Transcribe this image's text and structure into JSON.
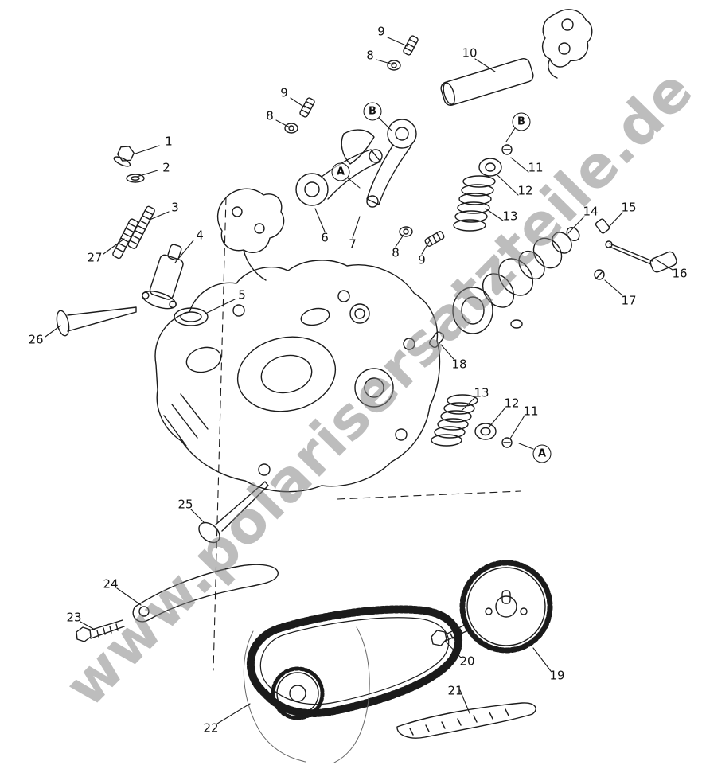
{
  "diagram": {
    "watermark": "www.polarisersatzteile.de",
    "colors": {
      "line": "#1b1b1b",
      "watermark_gray": "#808080",
      "background": "#ffffff"
    },
    "callouts": [
      {
        "id": "9-top",
        "label": "9"
      },
      {
        "id": "8-top",
        "label": "8"
      },
      {
        "id": "10",
        "label": "10"
      },
      {
        "id": "9-mid",
        "label": "9"
      },
      {
        "id": "8-mid",
        "label": "8"
      },
      {
        "id": "1",
        "label": "1"
      },
      {
        "id": "2",
        "label": "2"
      },
      {
        "id": "11-upper",
        "label": "11"
      },
      {
        "id": "12-upper",
        "label": "12"
      },
      {
        "id": "3",
        "label": "3"
      },
      {
        "id": "13-upper",
        "label": "13"
      },
      {
        "id": "4",
        "label": "4"
      },
      {
        "id": "27",
        "label": "27"
      },
      {
        "id": "14",
        "label": "14"
      },
      {
        "id": "15",
        "label": "15"
      },
      {
        "id": "6",
        "label": "6"
      },
      {
        "id": "7",
        "label": "7"
      },
      {
        "id": "8-lower",
        "label": "8"
      },
      {
        "id": "9-lower",
        "label": "9"
      },
      {
        "id": "16",
        "label": "16"
      },
      {
        "id": "17",
        "label": "17"
      },
      {
        "id": "5",
        "label": "5"
      },
      {
        "id": "26",
        "label": "26"
      },
      {
        "id": "18",
        "label": "18"
      },
      {
        "id": "13-lower",
        "label": "13"
      },
      {
        "id": "12-lower",
        "label": "12"
      },
      {
        "id": "11-lower",
        "label": "11"
      },
      {
        "id": "25",
        "label": "25"
      },
      {
        "id": "24",
        "label": "24"
      },
      {
        "id": "23",
        "label": "23"
      },
      {
        "id": "20",
        "label": "20"
      },
      {
        "id": "19",
        "label": "19"
      },
      {
        "id": "22",
        "label": "22"
      },
      {
        "id": "21",
        "label": "21"
      }
    ],
    "circle_labels": [
      {
        "id": "B-left",
        "label": "B"
      },
      {
        "id": "B-right",
        "label": "B"
      },
      {
        "id": "A-upper",
        "label": "A"
      },
      {
        "id": "A-lower",
        "label": "A"
      }
    ]
  }
}
